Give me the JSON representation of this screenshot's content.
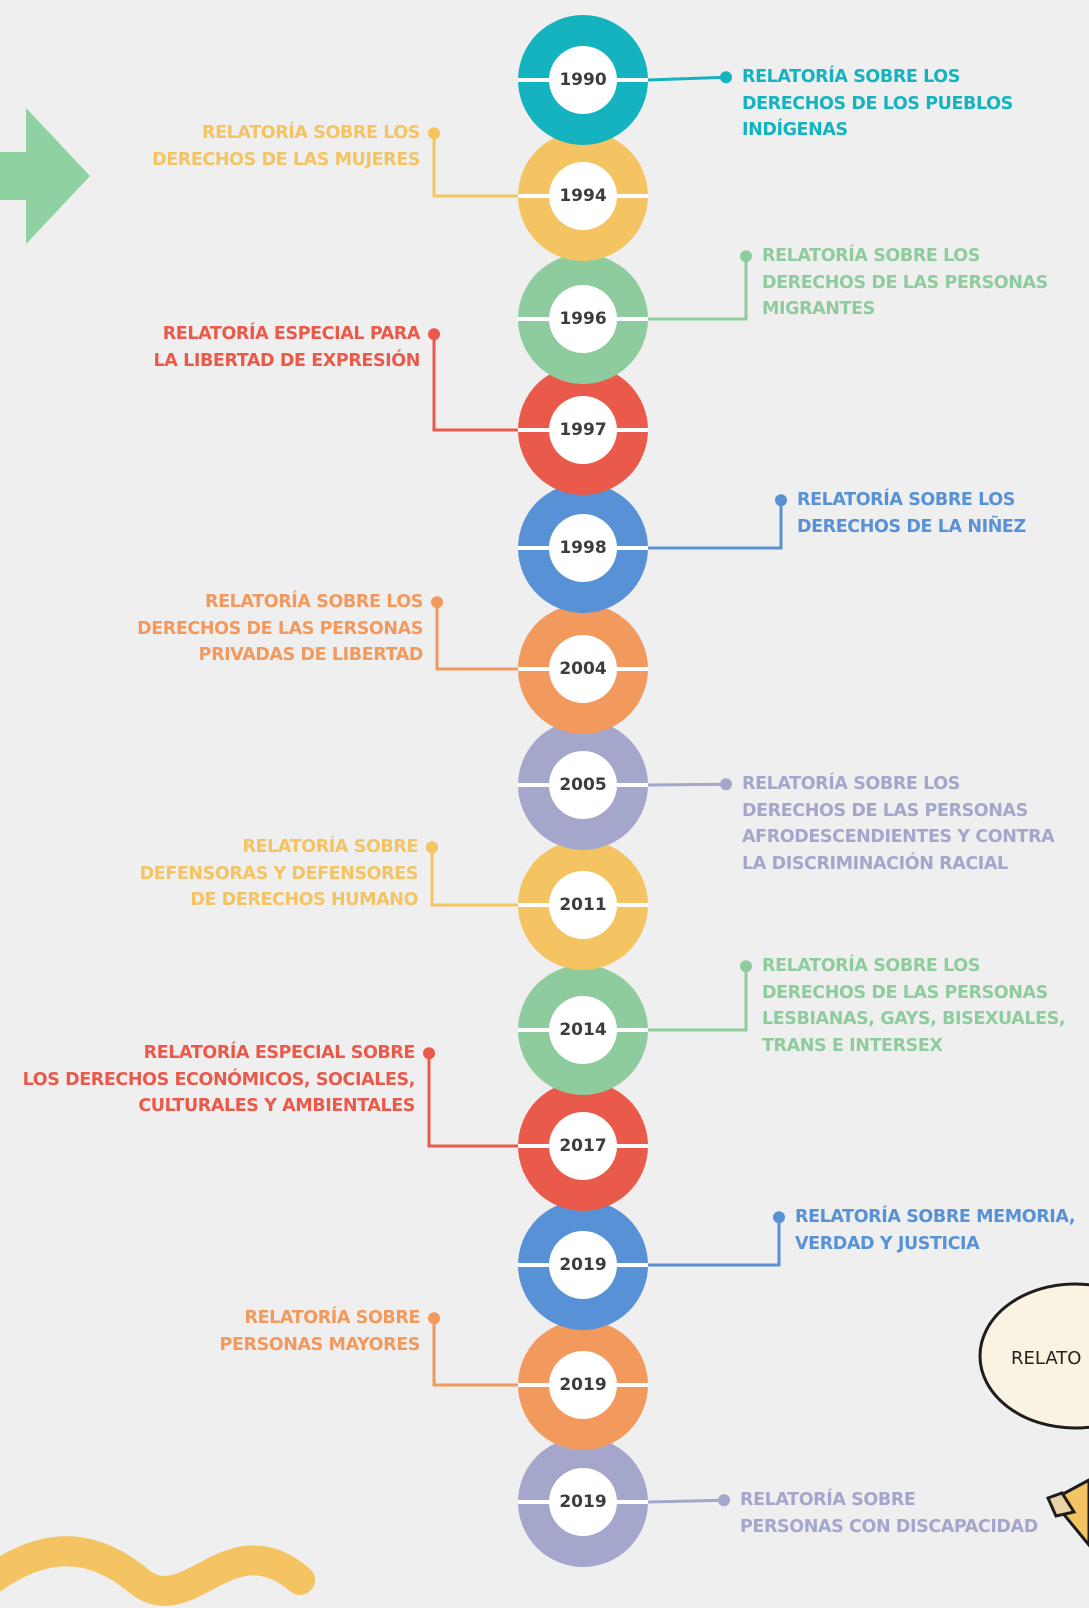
{
  "palette": {
    "teal": "#15b3bf",
    "yellow": "#f4c463",
    "green": "#8fcc9d",
    "red": "#ea5a4b",
    "blue": "#5891d6",
    "orange": "#f2995d",
    "lavender": "#a4a6cc",
    "arrow": "#8fd1a1",
    "background": "#efefef"
  },
  "timeline": [
    {
      "year": "1990",
      "color": "teal",
      "side": "right",
      "lines": [
        "RELATORÍA SOBRE LOS",
        "DERECHOS DE LOS PUEBLOS",
        "INDÍGENAS"
      ]
    },
    {
      "year": "1994",
      "color": "yellow",
      "side": "left",
      "lines": [
        "RELATORÍA SOBRE LOS",
        "DERECHOS DE LAS MUJERES"
      ]
    },
    {
      "year": "1996",
      "color": "green",
      "side": "right",
      "lines": [
        "RELATORÍA SOBRE LOS",
        "DERECHOS DE LAS PERSONAS",
        "MIGRANTES"
      ]
    },
    {
      "year": "1997",
      "color": "red",
      "side": "left",
      "lines": [
        "RELATORÍA ESPECIAL PARA",
        "LA LIBERTAD DE EXPRESIÓN"
      ]
    },
    {
      "year": "1998",
      "color": "blue",
      "side": "right",
      "lines": [
        "RELATORÍA SOBRE LOS",
        "DERECHOS DE LA NIÑEZ"
      ]
    },
    {
      "year": "2004",
      "color": "orange",
      "side": "left",
      "lines": [
        "RELATORÍA SOBRE LOS",
        "DERECHOS DE LAS PERSONAS",
        "PRIVADAS DE LIBERTAD"
      ]
    },
    {
      "year": "2005",
      "color": "lavender",
      "side": "right",
      "lines": [
        "RELATORÍA SOBRE LOS",
        "DERECHOS DE LAS PERSONAS",
        "AFRODESCENDIENTES Y CONTRA",
        "LA DISCRIMINACIÓN RACIAL"
      ]
    },
    {
      "year": "2011",
      "color": "yellow",
      "side": "left",
      "lines": [
        "RELATORÍA SOBRE",
        "DEFENSORAS Y DEFENSORES",
        "DE DERECHOS HUMANO"
      ]
    },
    {
      "year": "2014",
      "color": "green",
      "side": "right",
      "lines": [
        "RELATORÍA SOBRE LOS",
        "DERECHOS DE LAS PERSONAS",
        "LESBIANAS, GAYS, BISEXUALES,",
        "TRANS E INTERSEX"
      ]
    },
    {
      "year": "2017",
      "color": "red",
      "side": "left",
      "lines": [
        "RELATORÍA ESPECIAL SOBRE",
        "LOS DERECHOS ECONÓMICOS, SOCIALES,",
        "CULTURALES Y AMBIENTALES"
      ]
    },
    {
      "year": "2019",
      "color": "blue",
      "side": "right",
      "lines": [
        "RELATORÍA SOBRE MEMORIA,",
        "VERDAD Y JUSTICIA"
      ]
    },
    {
      "year": "2019",
      "color": "orange",
      "side": "left",
      "lines": [
        "RELATORÍA SOBRE",
        "PERSONAS MAYORES"
      ]
    },
    {
      "year": "2019",
      "color": "lavender",
      "side": "right",
      "lines": [
        "RELATORÍA SOBRE",
        "PERSONAS CON DISCAPACIDAD"
      ]
    }
  ],
  "speech_bubble": {
    "text": "RELATO"
  },
  "icons": [
    "arrow-right-icon",
    "wavy-line-decoration",
    "pencil-icon"
  ]
}
